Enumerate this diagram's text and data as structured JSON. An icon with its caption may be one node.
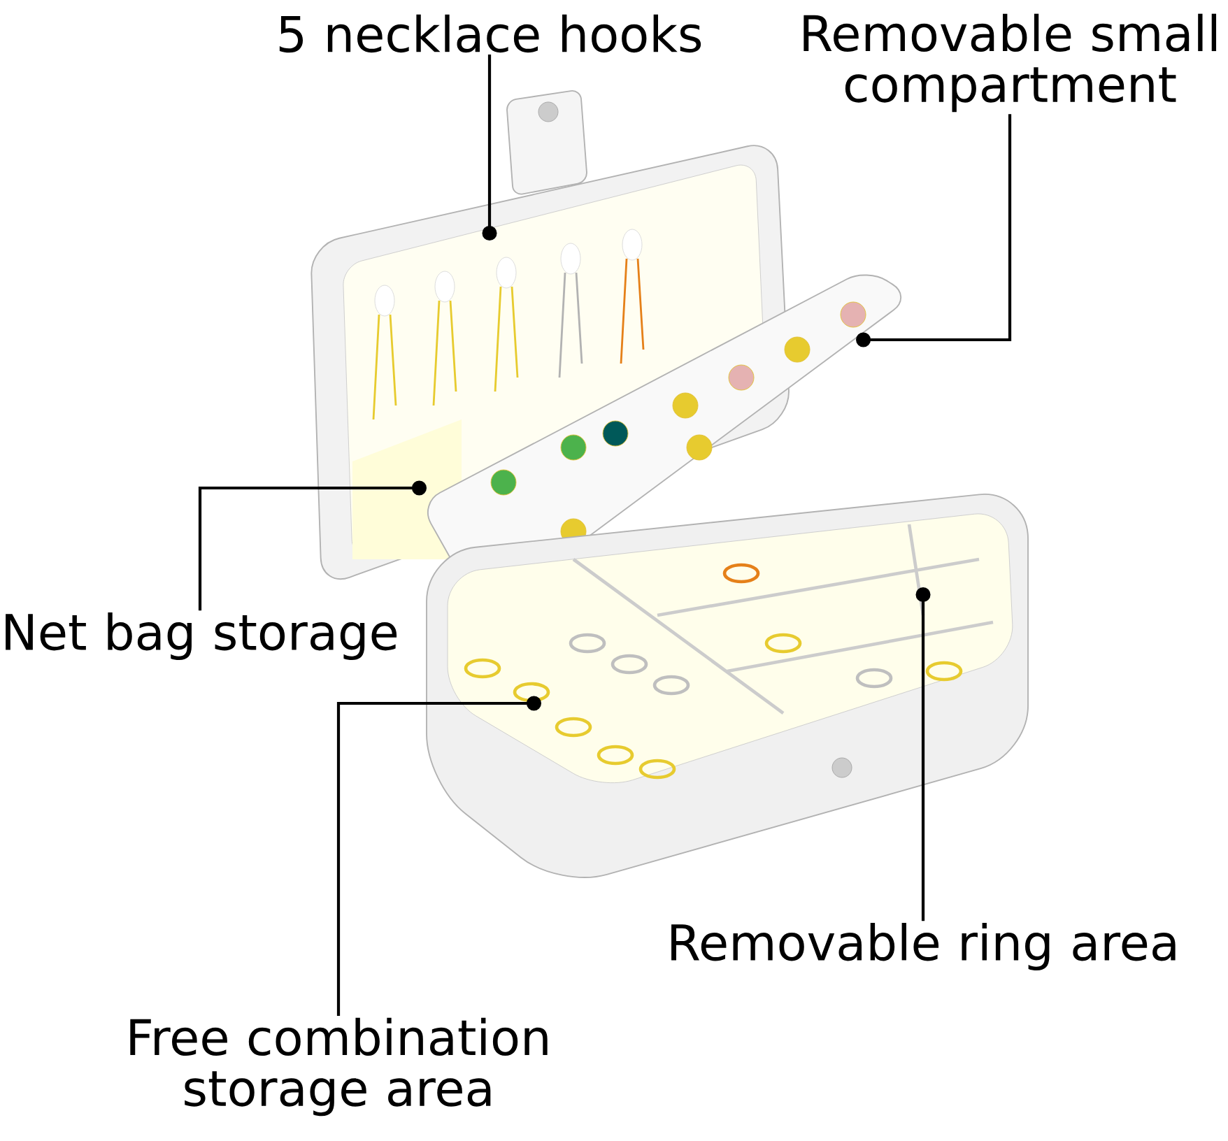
{
  "diagram": {
    "nodes": [
      {
        "text": [
          "5 necklace hooks"
        ]
      },
      {
        "text": [
          "Removable small compartment"
        ]
      },
      {
        "text": [
          "Net bag storage"
        ]
      },
      {
        "text": [
          "Free combination storage area"
        ]
      },
      {
        "text": [
          "Removable ring area"
        ]
      }
    ],
    "edges": [
      {
        "from": 0,
        "to": null,
        "arrow": "other"
      },
      {
        "from": 1,
        "to": null,
        "arrow": "other"
      },
      {
        "from": 2,
        "to": null,
        "arrow": "other"
      },
      {
        "from": 3,
        "to": null,
        "arrow": "other"
      },
      {
        "from": 4,
        "to": null,
        "arrow": "other"
      }
    ]
  }
}
